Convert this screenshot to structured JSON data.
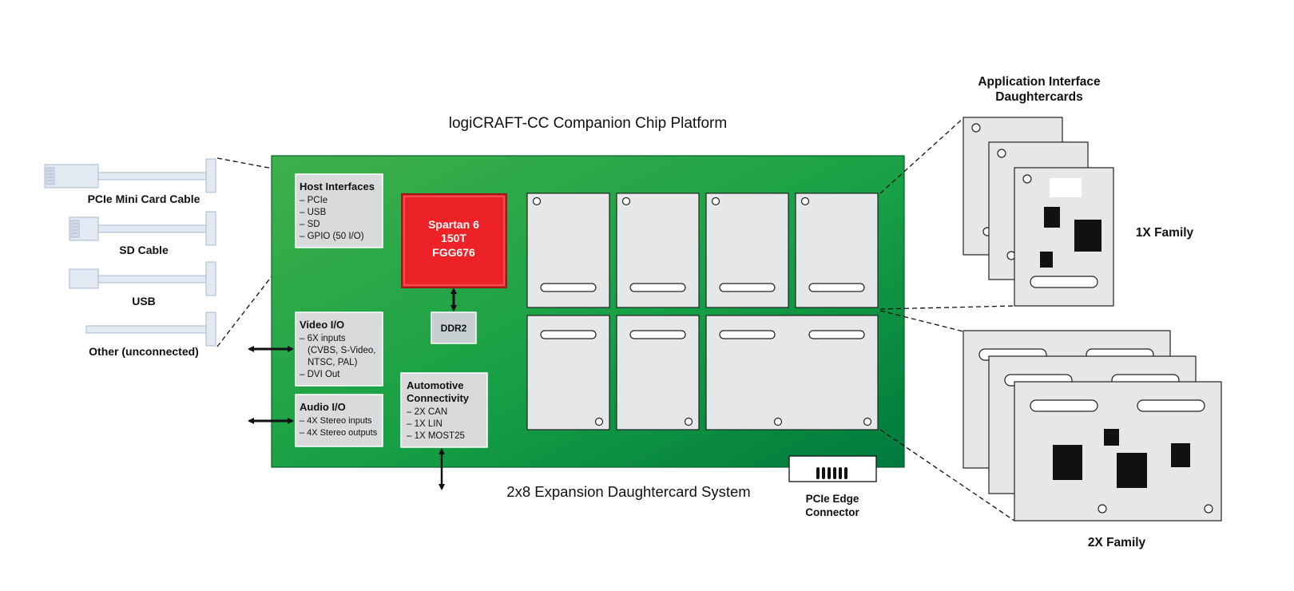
{
  "title": "logiCRAFT-CC Companion Chip Platform",
  "expansion_label": "2x8 Expansion Daughtercard System",
  "pcie_edge": {
    "line1": "PCIe Edge",
    "line2": "Connector"
  },
  "cables": [
    {
      "label": "PCIe Mini Card Cable"
    },
    {
      "label": "SD Cable"
    },
    {
      "label": "USB"
    },
    {
      "label": "Other (unconnected)"
    }
  ],
  "host_interfaces": {
    "title": "Host Interfaces",
    "items": [
      "– PCIe",
      "– USB",
      "– SD",
      "– GPIO (50 I/O)"
    ]
  },
  "video_io": {
    "title": "Video I/O",
    "items": [
      "– 6X inputs",
      "(CVBS, S-Video,",
      "NTSC, PAL)",
      "– DVI Out"
    ]
  },
  "audio_io": {
    "title": "Audio I/O",
    "items": [
      "– 4X Stereo inputs",
      "– 4X Stereo outputs"
    ]
  },
  "fpga": {
    "line1": "Spartan 6",
    "line2": "150T",
    "line3": "FGG676"
  },
  "ddr": {
    "label": "DDR2"
  },
  "automotive": {
    "title_line1": "Automotive",
    "title_line2": "Connectivity",
    "items": [
      "– 2X CAN",
      "– 1X LIN",
      "– 1X MOST25"
    ]
  },
  "app_interface": {
    "line1": "Application Interface",
    "line2": "Daughtercards"
  },
  "family_1x": "1X Family",
  "family_2x": "2X Family",
  "colors": {
    "board_light": "#3cb04a",
    "board_dark": "#007a3d",
    "fpga_red": "#ec2227",
    "card_gray": "#e6e7e8",
    "panel_gray": "#d9dadb"
  }
}
